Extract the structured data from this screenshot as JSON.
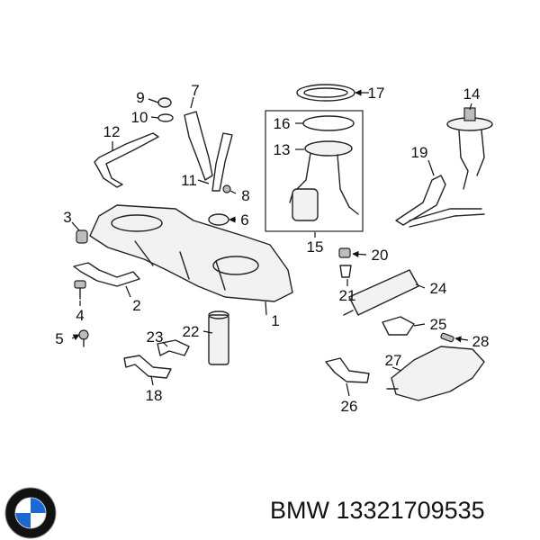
{
  "diagram": {
    "callouts": [
      "1",
      "2",
      "3",
      "4",
      "5",
      "6",
      "7",
      "8",
      "9",
      "10",
      "11",
      "12",
      "13",
      "14",
      "15",
      "16",
      "17",
      "18",
      "19",
      "20",
      "21",
      "22",
      "23",
      "24",
      "25",
      "26",
      "27",
      "28"
    ]
  },
  "footer": {
    "brand": "BMW",
    "part_number": "13321709535",
    "logo_icon": "bmw-roundel-icon",
    "logo_colors": {
      "blue": "#1c69d4",
      "black": "#111111",
      "white": "#ffffff"
    }
  }
}
